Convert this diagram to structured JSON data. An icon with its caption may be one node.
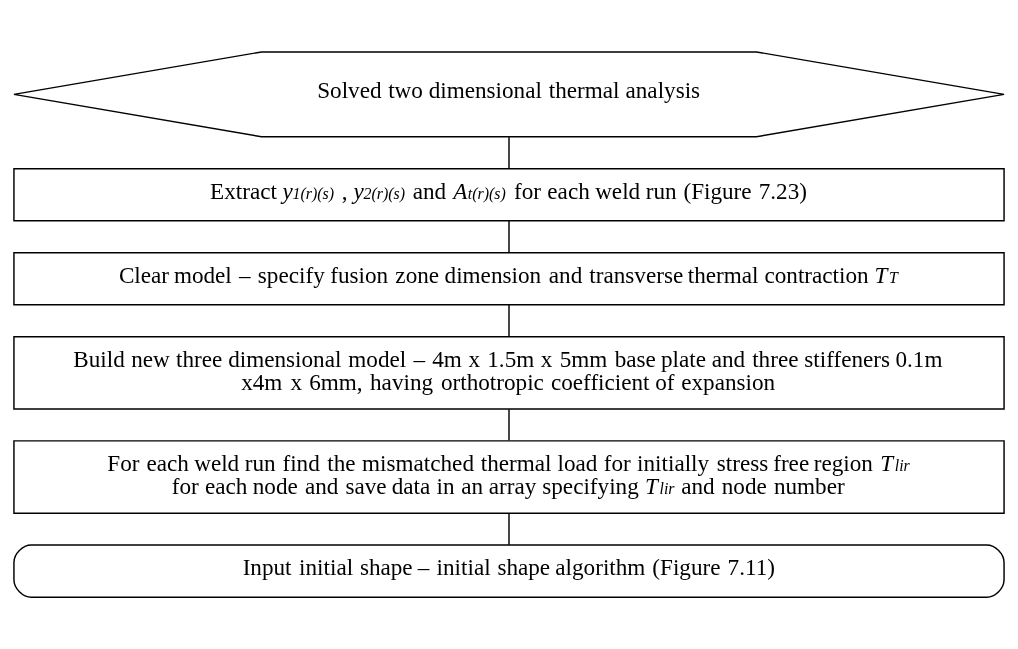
{
  "diagram": {
    "nodes": [
      {
        "text": [
          "Solved two dimensional thermal analysis"
        ]
      },
      {
        "text": [
          "Extract *y*$_{1(r)(s)}$ , *y*$_{2(r)(s)}$ and *A*$_{t(r)(s)}$ for each weld run (Figure 7.23)"
        ]
      },
      {
        "text": [
          "Clear model – specify fusion zone dimension and transverse thermal contraction *T*$_{T}$"
        ]
      },
      {
        "text": [
          "Build new three dimensional model – 4m x 1.5m x 5mm base plate and three stiffeners 0.1m x4m x 6mm, having orthotropic coefficient of expansion"
        ]
      },
      {
        "text": [
          "For each weld run find the mismatched thermal load for initially stress free region *T*$_{lir}$ for each node and save data in an array specifying *T*$_{lir}$ and node number"
        ]
      },
      {
        "text": [
          "Input initial shape – initial shape algorithm (Figure 7.11)"
        ]
      }
    ],
    "edges": [
      {
        "from": 0,
        "to": 1,
        "arrow": "none"
      },
      {
        "from": 1,
        "to": 2,
        "arrow": "none"
      },
      {
        "from": 2,
        "to": 3,
        "arrow": "none"
      },
      {
        "from": 3,
        "to": 4,
        "arrow": "none"
      },
      {
        "from": 4,
        "to": 5,
        "arrow": "none"
      }
    ]
  }
}
